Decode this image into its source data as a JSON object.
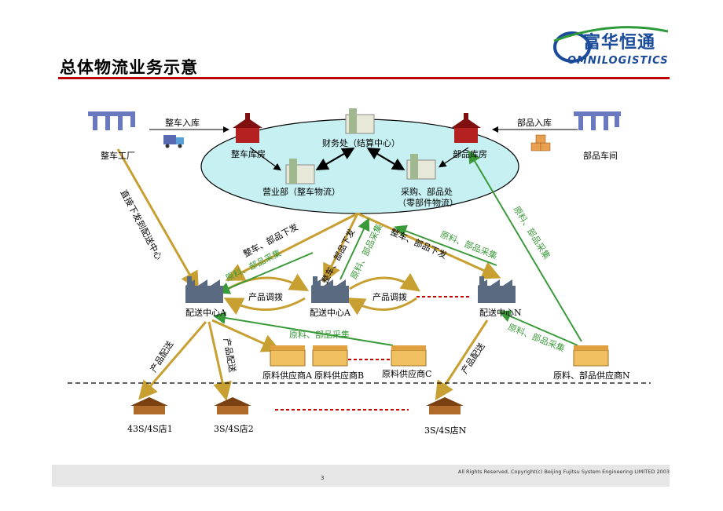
{
  "header": {
    "title": "总体物流业务示意",
    "logo_cn": "富华恒通",
    "logo_en": "OMNILOGISTICS"
  },
  "colors": {
    "accent_red": "#c00000",
    "flow_gold": "#c8a032",
    "flow_green": "#3a9a3a",
    "ellipse_fill": "#c6f0f2",
    "dash_red": "#cc0000"
  },
  "nodes": {
    "vehicle_factory": "整车工厂",
    "parts_workshop": "部品车间",
    "vehicle_warehouse": "整车库房",
    "finance": "财务处（结算中心）",
    "parts_warehouse": "部品库房",
    "sales": "营业部（整车物流）",
    "purchasing_line1": "采购、部品处",
    "purchasing_line2": "（零部件物流）",
    "dc_a_left": "配送中心A",
    "dc_a_mid": "配送中心A",
    "dc_n": "配送中心N",
    "supplier_a": "原料供应商A",
    "supplier_b": "原料供应商B",
    "supplier_c": "原料供应商C",
    "supplier_n": "原料、部品供应商N",
    "store_1": "43S/4S店1",
    "store_2": "3S/4S店2",
    "store_n": "3S/4S店N"
  },
  "flows": {
    "vehicle_in": "整车入库",
    "parts_in": "部品入库",
    "direct_dispatch": "直接下发到配送中心",
    "down_vehicle_parts_1": "整车、部品下发",
    "down_vehicle_parts_2": "整车、部品下发",
    "down_vehicle_parts_3": "整车、部品下发",
    "collect_1": "原料、部品采集",
    "collect_2": "原料、部品采集",
    "collect_3": "原料、部品采集",
    "collect_4": "原料、部品采集",
    "collect_5": "原料、部品采集",
    "collect_6": "原料、部品采集",
    "transfer_1": "产品调拨",
    "transfer_2": "产品调拨",
    "distribution_1": "产品配送",
    "distribution_2": "产品配送",
    "distribution_3": "产品配送"
  },
  "footer": {
    "copyright": "All Rights Reserved, Copyright(c) Beijing Fujitsu System Engineering LIMITED 2003",
    "page_number": "3"
  }
}
